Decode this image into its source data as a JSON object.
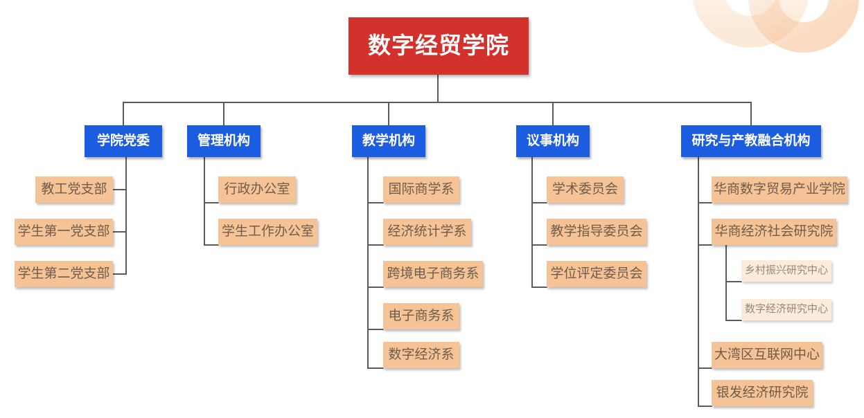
{
  "root": {
    "label": "数字经贸学院"
  },
  "branches": [
    {
      "label": "学院党委",
      "children": [
        {
          "label": "教工党支部"
        },
        {
          "label": "学生第一党支部"
        },
        {
          "label": "学生第二党支部"
        }
      ]
    },
    {
      "label": "管理机构",
      "children": [
        {
          "label": "行政办公室"
        },
        {
          "label": "学生工作办公室"
        }
      ]
    },
    {
      "label": "教学机构",
      "children": [
        {
          "label": "国际商学系"
        },
        {
          "label": "经济统计学系"
        },
        {
          "label": "跨境电子商务系"
        },
        {
          "label": "电子商务系"
        },
        {
          "label": "数字经济系"
        }
      ]
    },
    {
      "label": "议事机构",
      "children": [
        {
          "label": "学术委员会"
        },
        {
          "label": "教学指导委员会"
        },
        {
          "label": "学位评定委员会"
        }
      ]
    },
    {
      "label": "研究与产教融合机构",
      "children": [
        {
          "label": "华商数字贸易产业学院"
        },
        {
          "label": "华商经济社会研究院",
          "children": [
            {
              "label": "乡村振兴研究中心"
            },
            {
              "label": "数字经济研究中心"
            }
          ]
        },
        {
          "label": "大湾区互联网中心"
        },
        {
          "label": "银发经济研究院"
        }
      ]
    }
  ],
  "colors": {
    "root_bg": "#d2322b",
    "branch_bg": "#1c5ce0",
    "leaf_bg": "#f5c396",
    "subleaf_bg": "#fbebdb",
    "leaf_text": "#6e5d4c",
    "subleaf_text": "#9b8672",
    "line": "#5a5a5a",
    "decor_ring": "#f7c9a0"
  }
}
